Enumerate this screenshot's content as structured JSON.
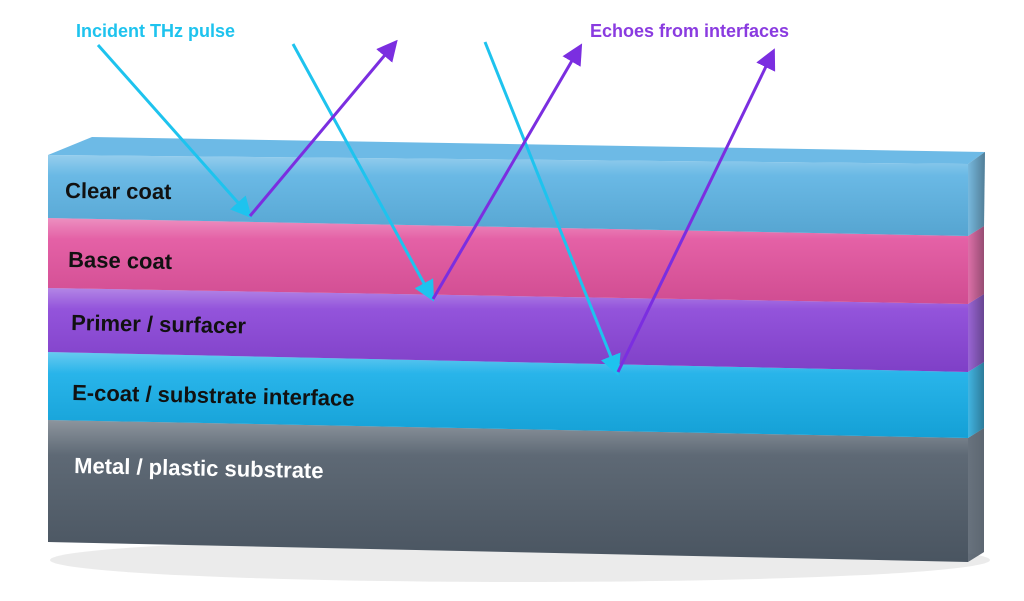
{
  "labels": {
    "incident": "Incident THz pulse",
    "echoes": "Echoes from interfaces"
  },
  "colors": {
    "incident": "#1ec3ee",
    "echo": "#7b2ee0",
    "echo_label": "#8a3be0"
  },
  "layers": [
    {
      "name": "Clear coat",
      "color": "#5db3e3",
      "text_color": "#111111"
    },
    {
      "name": "Base coat",
      "color": "#e2539e",
      "text_color": "#111111"
    },
    {
      "name": "Primer / surfacer",
      "color": "#8a45d8",
      "text_color": "#111111"
    },
    {
      "name": "E-coat / substrate interface",
      "color": "#16aee8",
      "text_color": "#111111"
    },
    {
      "name": "Metal / plastic substrate",
      "color": "#505c69",
      "text_color": "#ffffff"
    }
  ]
}
